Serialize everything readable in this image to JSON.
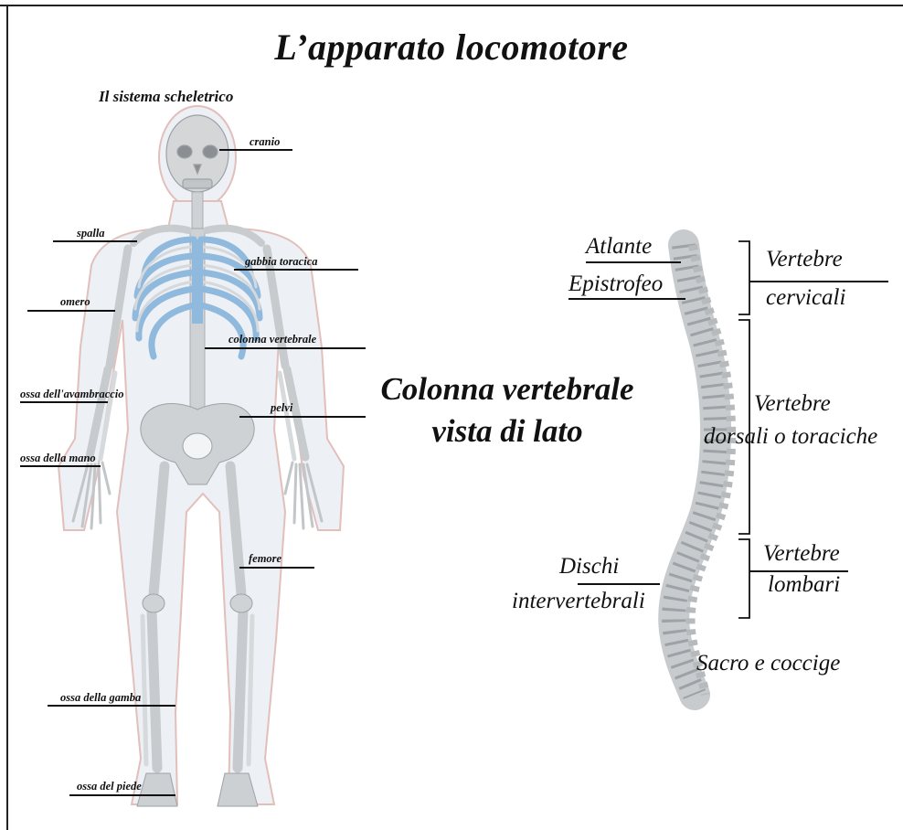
{
  "title": "L’apparato locomotore",
  "skeleton": {
    "subtitle": "Il sistema scheletrico",
    "labels": {
      "cranio": "cranio",
      "spalla": "spalla",
      "gabbia_toracica": "gabbia toracica",
      "omero": "omero",
      "colonna_vertebrale": "colonna vertebrale",
      "ossa_avambraccio": "ossa dell'avambraccio",
      "pelvi": "pelvi",
      "ossa_mano": "ossa della mano",
      "femore": "femore",
      "ossa_gamba": "ossa della gamba",
      "ossa_piede": "ossa del piede"
    }
  },
  "spine": {
    "heading_line1": "Colonna vertebrale",
    "heading_line2": "vista di lato",
    "atlante": "Atlante",
    "epistrofeo": "Epistrofeo",
    "cervicali_1": "Vertebre",
    "cervicali_2": "cervicali",
    "dorsali_1": "Vertebre",
    "dorsali_2": "dorsali o toraciche",
    "lombari_1": "Vertebre",
    "lombari_2": "lombari",
    "dischi_1": "Dischi",
    "dischi_2": "intervertebrali",
    "sacro": "Sacro e coccige"
  },
  "colors": {
    "bone": "#d9dbdc",
    "bone_shade": "#b9bcbe",
    "body_outline": "#c9cdd6",
    "rib_blue": "#8fb9dd",
    "halo_red": "#e8b9b4"
  }
}
